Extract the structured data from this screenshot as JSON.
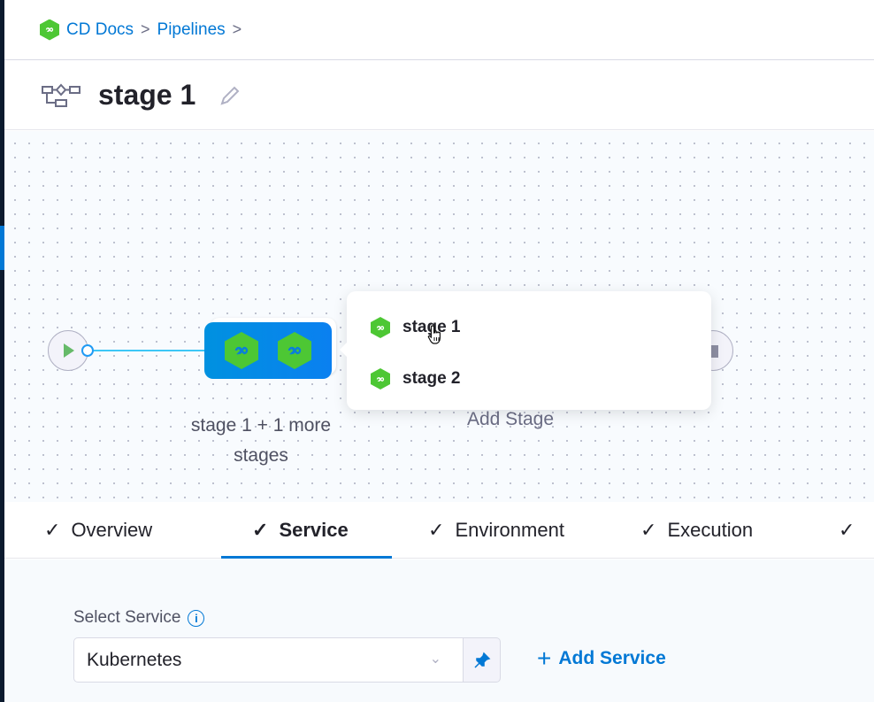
{
  "breadcrumb": {
    "items": [
      "CD Docs",
      "Pipelines"
    ],
    "separator": ">"
  },
  "title": {
    "text": "stage 1",
    "icon": "pipeline-flow-icon",
    "edit_icon": "pencil-icon"
  },
  "canvas": {
    "group_label": "stage 1 + 1 more stages",
    "add_stage": "Add Stage",
    "popup_items": [
      {
        "label": "stage 1"
      },
      {
        "label": "stage 2"
      }
    ]
  },
  "tabs": [
    {
      "label": "Overview",
      "check": "✓",
      "active": false
    },
    {
      "label": "Service",
      "check": "✓",
      "active": true
    },
    {
      "label": "Environment",
      "check": "✓",
      "active": false
    },
    {
      "label": "Execution",
      "check": "✓",
      "active": false
    },
    {
      "label": "",
      "check": "✓",
      "active": false
    }
  ],
  "service": {
    "label": "Select Service",
    "info": "i",
    "value": "Kubernetes",
    "chevron": "⌄",
    "pin": "📌",
    "add_label": "Add Service",
    "add_plus": "+"
  },
  "colors": {
    "accent": "#0278d5",
    "stage_green": "#4dc734",
    "sidebar": "#0b1a2e"
  }
}
